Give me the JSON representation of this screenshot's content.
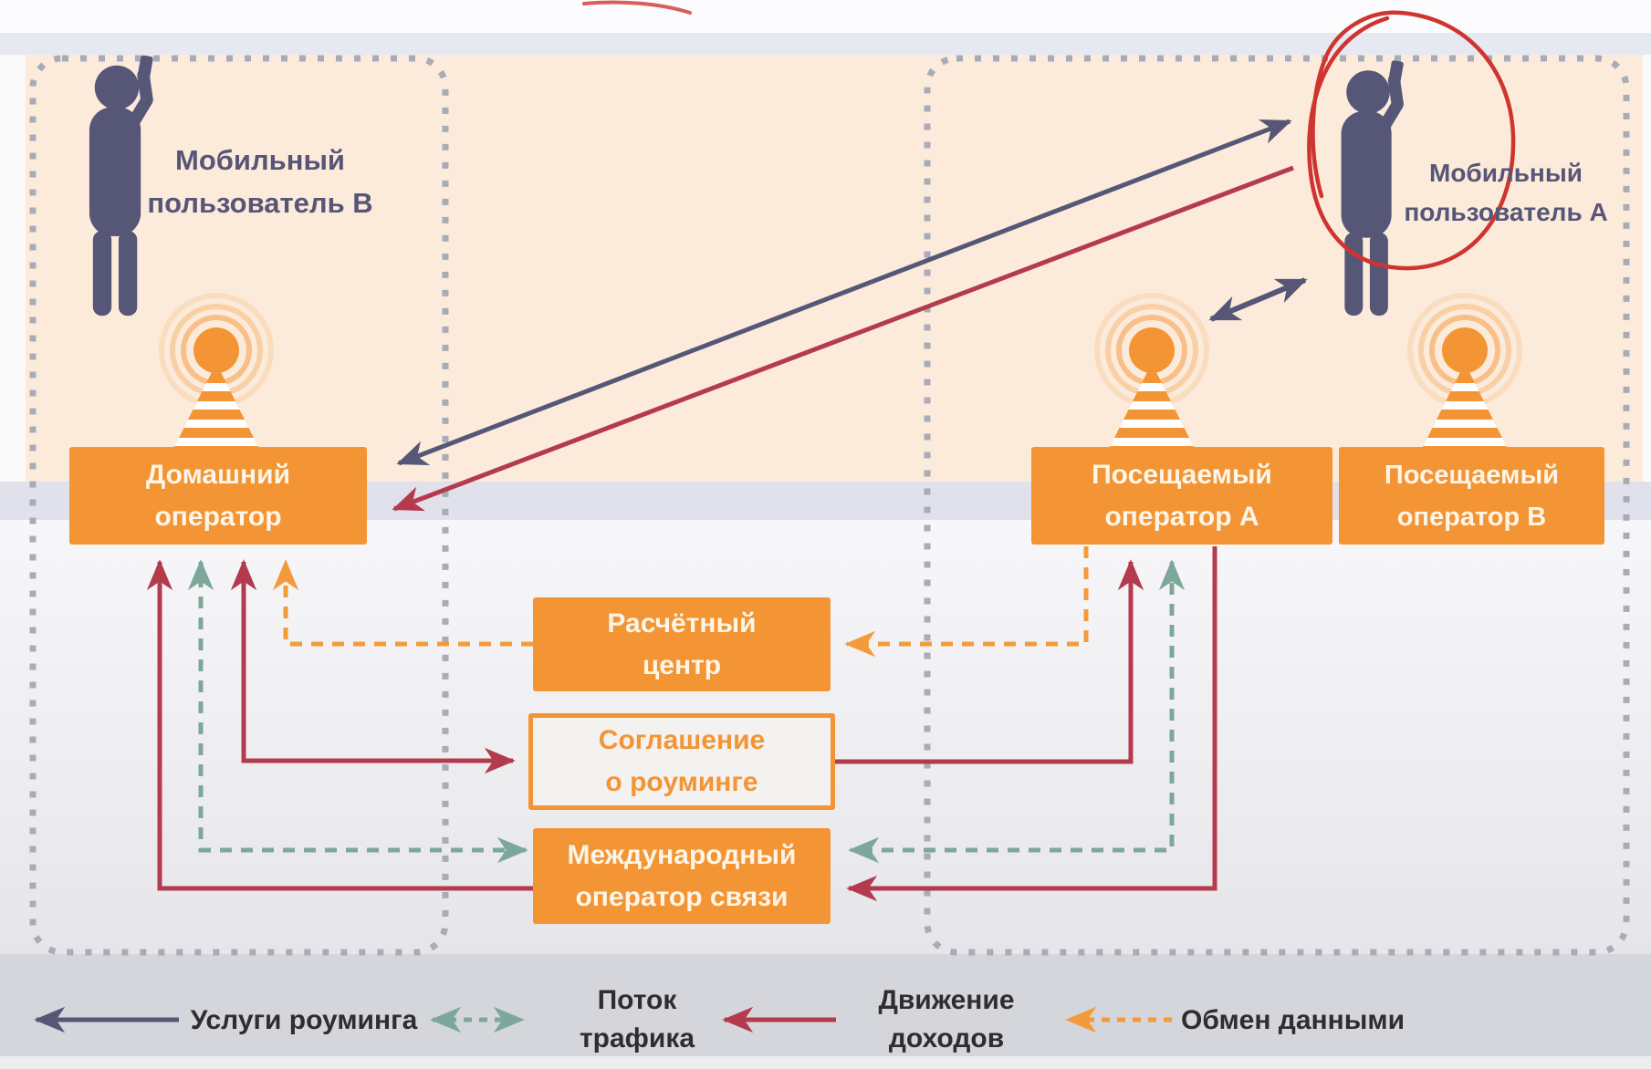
{
  "actors": {
    "user_b": {
      "line1": "Мобильный",
      "line2": "пользователь B"
    },
    "user_a": {
      "line1": "Мобильный",
      "line2": "пользователь A"
    }
  },
  "boxes": {
    "home_operator": {
      "line1": "Домашний",
      "line2": "оператор"
    },
    "visited_operator_a": {
      "line1": "Посещаемый",
      "line2": "оператор A"
    },
    "visited_operator_b": {
      "line1": "Посещаемый",
      "line2": "оператор B"
    },
    "clearing_center": {
      "line1": "Расчётный",
      "line2": "центр"
    },
    "roaming_agreement": {
      "line1": "Соглашение",
      "line2": "о роуминге"
    },
    "international_carrier": {
      "line1": "Международный",
      "line2": "оператор связи"
    }
  },
  "legend": {
    "roaming_services": "Услуги роуминга",
    "traffic_flow": {
      "line1": "Поток",
      "line2": "трафика"
    },
    "revenue_flow": {
      "line1": "Движение",
      "line2": "доходов"
    },
    "data_exchange": "Обмен данными"
  },
  "colors": {
    "box_orange": "#f39435",
    "box_text": "#fdf5e6",
    "slate": "#565677",
    "crimson": "#b43a4e",
    "teal": "#7ca79a",
    "arrow_orange": "#f39b3b",
    "pen_red": "#cf3430",
    "region_border": "#a7acb8",
    "peach": "#fcebdb",
    "lavender": "#e1e1ec",
    "legend_band": "#d5d6db",
    "legend_text": "#2e2e30",
    "agreement_bg": "#f3f2f0"
  }
}
